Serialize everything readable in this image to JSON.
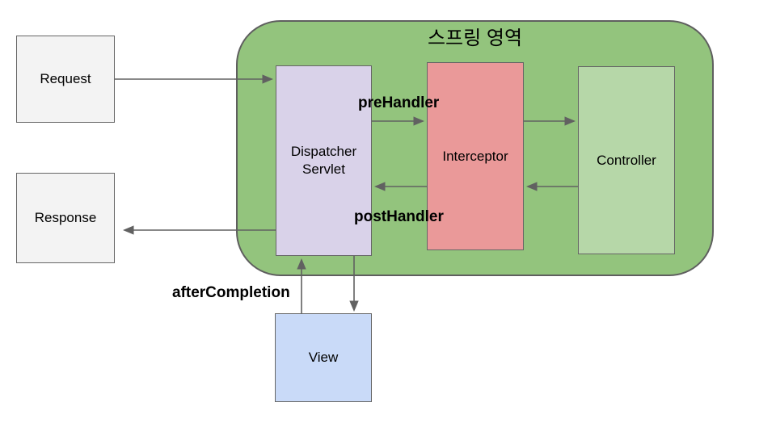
{
  "spring_area": {
    "title": "스프링 영역"
  },
  "nodes": {
    "request": "Request",
    "response": "Response",
    "dispatcher_servlet": "Dispatcher Servlet",
    "interceptor": "Interceptor",
    "controller": "Controller",
    "view": "View"
  },
  "edge_labels": {
    "pre_handler": "preHandler",
    "post_handler": "postHandler",
    "after_completion": "afterCompletion"
  },
  "colors": {
    "background": "#ffffff",
    "spring_area_fill": "#93c47d",
    "request_response_fill": "#f3f3f3",
    "dispatcher_fill": "#d9d2e9",
    "interceptor_fill": "#ea9999",
    "controller_fill": "#b6d7a8",
    "view_fill": "#c9daf8",
    "border": "#666666",
    "arrow": "#616161",
    "text": "#000000"
  }
}
